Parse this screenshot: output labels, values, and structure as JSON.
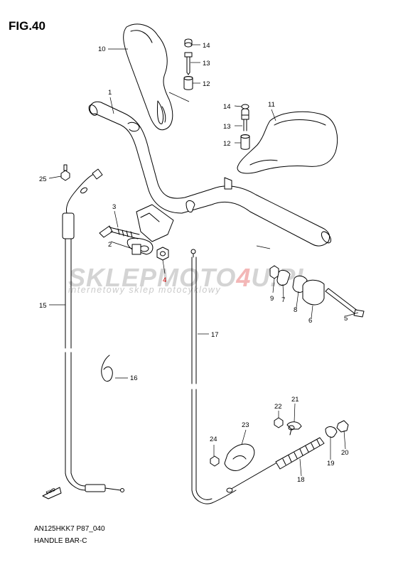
{
  "figure": {
    "title": "FIG.40",
    "model_code": "AN125HKK7 P87_040",
    "section_name": "HANDLE BAR-C"
  },
  "watermark": {
    "brand_prefix": "SKLEPMOTO",
    "brand_accent": "4",
    "brand_suffix": "U.PL",
    "tagline": "internetowy sklep motocyklowy",
    "brand_color": "#c6c6c6",
    "accent_color": "#f0a0a0"
  },
  "callouts": [
    "1",
    "2",
    "3",
    "4",
    "5",
    "6",
    "7",
    "8",
    "9",
    "10",
    "11",
    "12",
    "13",
    "14",
    "15",
    "16",
    "17",
    "18",
    "19",
    "20",
    "21",
    "22",
    "23",
    "24",
    "25"
  ],
  "front_marker": "FWD"
}
